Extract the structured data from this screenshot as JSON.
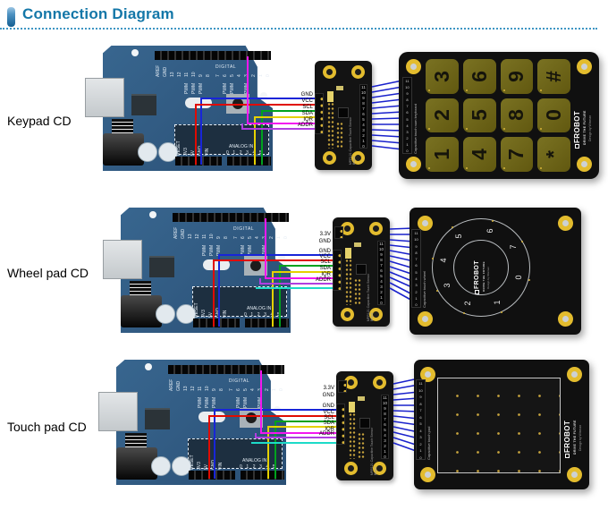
{
  "page": {
    "title": "Connection Diagram"
  },
  "rows": [
    {
      "label": "Keypad CD"
    },
    {
      "label": "Wheel pad CD"
    },
    {
      "label": "Touch pad CD"
    }
  ],
  "wire_labels": [
    "GND",
    "VCC",
    "SCL",
    "SDA",
    "IQR",
    "ADDR"
  ],
  "aux_labels": [
    "3.3V",
    "GND"
  ],
  "arduino": {
    "top_pins": [
      "AREF",
      "GND",
      "13",
      "12",
      "11",
      "10",
      "9",
      "8",
      "7",
      "6",
      "5",
      "4",
      "3",
      "2",
      "1",
      "0"
    ],
    "digital_label": "DIGITAL",
    "pwm": "PWM",
    "power_pins": [
      "RESET",
      "3V3",
      "5V",
      "GND",
      "VIN"
    ],
    "analog_label": "ANALOG IN",
    "analog_pins_row": "0 1 2 3 4 5"
  },
  "breakout": {
    "board_text": "MPR121 Capacitive Touch Sensor Board"
  },
  "bus": {
    "pins_column": "11\n10\n9\n8\n7\n6\n5\n4\n3\n2\n1\n0"
  },
  "keypad": {
    "keys": [
      "3",
      "6",
      "9",
      "#",
      "2",
      "5",
      "8",
      "0",
      "1",
      "4",
      "7",
      "*"
    ],
    "caption": "Capacitive touch num keyboard"
  },
  "wheel": {
    "numbers": [
      "0",
      "1",
      "2",
      "3",
      "4",
      "5",
      "6",
      "7"
    ],
    "caption": "Capacitive touch wheel"
  },
  "touchpad": {
    "caption": "Capacitive touch pad"
  },
  "logo": {
    "name": "FROBOT",
    "tagline": "DRIVE THE FUTURE",
    "credit": "Design by Wisman"
  },
  "colors": {
    "title": "#1477a8",
    "board_blue": "#2f5b85",
    "gold": "#e3bc2e",
    "key_olive": "#6e6517",
    "gnd": "#1825d8",
    "vcc": "#e00b00",
    "scl": "#00a21e",
    "sda": "#e5d100",
    "iqr": "#f317ef",
    "addr": "#b03fe0",
    "aux": "#1ddbc8",
    "bus": "#1a22cc"
  }
}
